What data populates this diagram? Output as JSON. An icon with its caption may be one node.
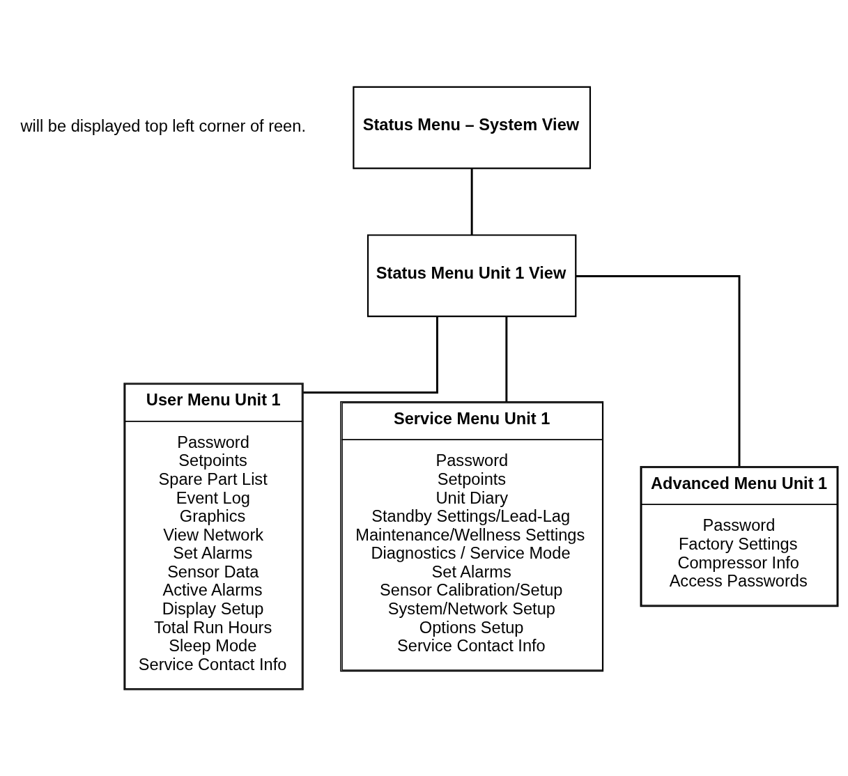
{
  "diagram": {
    "nodes": [
      {
        "text": [
          "Status Menu – System View"
        ]
      },
      {
        "text": [
          "Status Menu Unit 1 View"
        ]
      },
      {
        "text": [
          "User Menu Unit 1",
          "Password",
          "Setpoints",
          "Spare Part List",
          "Event Log",
          "Graphics",
          "View Network",
          "Set Alarms",
          "Sensor Data",
          "Active Alarms",
          "Display Setup",
          "Total Run Hours",
          "Sleep Mode",
          "Service Contact Info"
        ]
      },
      {
        "text": [
          "Service Menu Unit 1",
          "Password",
          "Setpoints",
          "Unit Diary",
          "Standby Settings/Lead-Lag",
          "Maintenance/Wellness Settings",
          "Diagnostics / Service Mode",
          "Set Alarms",
          "Sensor Calibration/Setup",
          "System/Network Setup",
          "Options Setup",
          "Service Contact Info"
        ]
      },
      {
        "text": [
          "Advanced Menu Unit 1",
          "Password",
          "Factory Settings",
          "Compressor Info",
          "Access Passwords"
        ]
      }
    ],
    "edges": [
      {
        "from": 0,
        "to": 1,
        "arrow": "none"
      },
      {
        "from": 1,
        "to": 2,
        "arrow": "none"
      },
      {
        "from": 1,
        "to": 3,
        "arrow": "none"
      },
      {
        "from": 1,
        "to": 4,
        "arrow": "none"
      }
    ],
    "labels": [
      "will be displayed top left corner of reen."
    ]
  }
}
